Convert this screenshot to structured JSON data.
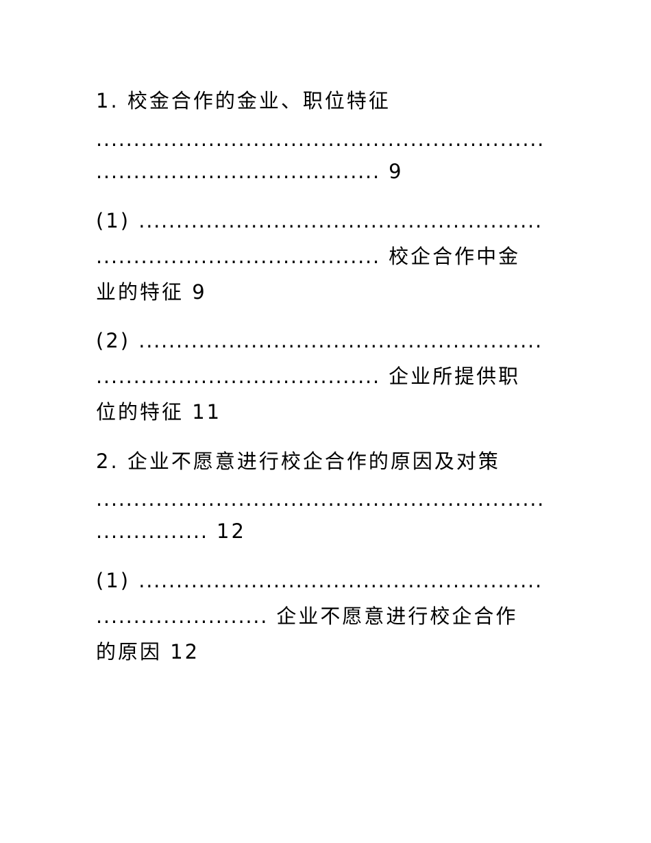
{
  "toc": [
    {
      "lines": [
        {
          "text": "1. 校金合作的金业、职位特征"
        },
        {
          "dots": "............................................................"
        },
        {
          "dots": "......................................",
          "text": " 9"
        }
      ]
    },
    {
      "lines": [
        {
          "text": "(1) ",
          "dots": "......................................................"
        },
        {
          "dots": "......................................",
          "text": " 校企合作中金"
        },
        {
          "text": "业的特征 9"
        }
      ]
    },
    {
      "lines": [
        {
          "text": "(2) ",
          "dots": "......................................................"
        },
        {
          "dots": "......................................",
          "text": " 企业所提供职"
        },
        {
          "text": "位的特征 11"
        }
      ]
    },
    {
      "lines": [
        {
          "text": "2. 企业不愿意进行校企合作的原因及对策"
        },
        {
          "dots": "............................................................"
        },
        {
          "dots": "...............",
          "text": " 12"
        }
      ]
    },
    {
      "lines": [
        {
          "text": "(1) ",
          "dots": "......................................................"
        },
        {
          "dots": ".......................",
          "text": " 企业不愿意进行校企合作"
        },
        {
          "text": "的原因 12"
        }
      ]
    }
  ]
}
